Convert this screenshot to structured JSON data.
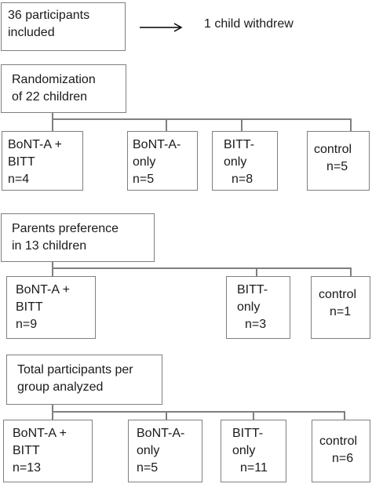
{
  "header": {
    "participants": [
      "36 participants",
      "included"
    ],
    "withdrew": "1 child withdrew"
  },
  "section1": {
    "title": [
      "Randomization",
      "of 22 children"
    ],
    "groups": [
      [
        "BoNT-A +",
        "BITT",
        "n=4"
      ],
      [
        "BoNT-A-",
        "only",
        "n=5"
      ],
      [
        "BITT-",
        "only",
        "n=8"
      ],
      [
        "control",
        "n=5"
      ]
    ]
  },
  "section2": {
    "title": [
      "Parents preference",
      "in 13 children"
    ],
    "groups": [
      [
        "BoNT-A +",
        "BITT",
        "n=9"
      ],
      [
        "BITT-",
        "only",
        "n=3"
      ],
      [
        "control",
        "n=1"
      ]
    ]
  },
  "section3": {
    "title": [
      "Total participants per",
      "group  analyzed"
    ],
    "groups": [
      [
        "BoNT-A +",
        "BITT",
        "n=13"
      ],
      [
        "BoNT-A-",
        "only",
        "n=5"
      ],
      [
        "BITT-",
        "only",
        "n=11"
      ],
      [
        "control",
        "n=6"
      ]
    ]
  }
}
